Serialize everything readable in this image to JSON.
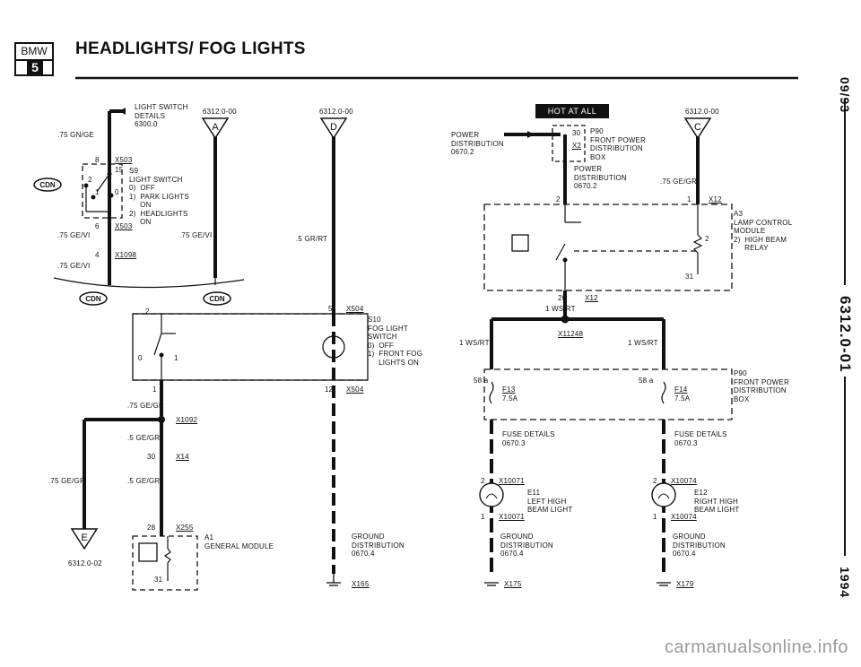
{
  "header": {
    "logo_top": "BMW",
    "logo_bottom": "5",
    "title": "HEADLIGHTS/ FOG LIGHTS"
  },
  "side": {
    "date": "09/93",
    "doc": "6312.0-01",
    "year": "1994"
  },
  "hot_label": "HOT AT ALL TIMES",
  "watermark": "carmanualsonline.info",
  "refs": {
    "A": "A",
    "D": "D",
    "C": "C",
    "E": "E",
    "cdn": "CDN"
  },
  "labels": {
    "ls_title": "LIGHT SWITCH\nDETAILS\n6300.0",
    "ls_ref": "6312.0-00",
    "d_ref": "6312.0-00",
    "c_ref": "6312.0-00",
    "wire_gnge": ".75 GN/GE",
    "x503a_pin": "8",
    "x503a": "X503",
    "s9_pin15": "15",
    "s9_pin2": "2",
    "s9_pin1": "1",
    "s9_pin0": "0",
    "s9_text": "S9\nLIGHT SWITCH\n0)  OFF\n1)  PARK LIGHTS\n     ON\n2)  HEADLIGHTS\n     ON",
    "x503b_pin": "6",
    "x503b": "X503",
    "wire_gevi1": ".75 GE/VI",
    "wire_gevi2": ".75 GE/VI",
    "x1098_pin": "4",
    "x1098": "X1098",
    "wire_gevi3": ".75 GE/VI",
    "wire_grrt": ".5 GR/RT",
    "s10_pin2": "2",
    "s10_pin0": "0",
    "s10_pin1": "1",
    "x504a_pin": "5",
    "x504a": "X504",
    "s10_text": "S10\nFOG LIGHT\nSWITCH\n0)  OFF\n1)  FRONT FOG\n     LIGHTS ON",
    "s10_pinb": "1",
    "x504b_pin": "12",
    "x504b": "X504",
    "wire_gegr1": ".75 GE/GR",
    "x1092": "X1092",
    "wire_gegr2": ".5 GE/GR",
    "x14_pin": "30",
    "x14": "X14",
    "wire_gegr3": ".75 GE/GR",
    "wire_gegr4": ".5 GE/GR",
    "x255_pin": "28",
    "x255": "X255",
    "a1_text": "A1\nGENERAL MODULE",
    "a1_pin": "31",
    "e_ref": "6312.0-02",
    "gnd1_text": "GROUND\nDISTRIBUTION\n0670.4",
    "x165": "X165",
    "power_text": "POWER\nDISTRIBUTION\n0670.2",
    "p90_pin30": "30",
    "p90_x2": "X2",
    "p90_text": "P90\nFRONT POWER\nDISTRIBUTION\nBOX",
    "p90_sub": "POWER\nDISTRIBUTION\n0670.2",
    "wire_gegr5": ".75 GE/GR",
    "a3_pin2l": "2",
    "x12a_pin": "1",
    "x12a": "X12",
    "a3_text": "A3\nLAMP CONTROL\nMODULE\n2)  HIGH BEAM\n     RELAY",
    "a3_pin2r": "2",
    "a3_pin31": "31",
    "x12b_pin": "20",
    "x12b": "X12",
    "wire_wsrt1": "1 WS/RT",
    "x11248": "X11248",
    "wire_wsrt2": "1 WS/RT",
    "wire_wsrt3": "1 WS/RT",
    "f13_pin": "58 a",
    "f13": "F13",
    "f13_amp": "7.5A",
    "f14_pin": "58 a",
    "f14": "F14",
    "f14_amp": "7.5A",
    "p90b_text": "P90\nFRONT POWER\nDISTRIBUTION\nBOX",
    "fuse1_text": "FUSE DETAILS\n0670.3",
    "fuse2_text": "FUSE DETAILS\n0670.3",
    "x10071a_pin": "2",
    "x10071a": "X10071",
    "e11_text": "E11\nLEFT HIGH\nBEAM LIGHT",
    "x10071b_pin": "1",
    "x10071b": "X10071",
    "x10074a_pin": "2",
    "x10074a": "X10074",
    "e12_text": "E12\nRIGHT HIGH\nBEAM LIGHT",
    "x10074b_pin": "1",
    "x10074b": "X10074",
    "gnd2_text": "GROUND\nDISTRIBUTION\n0670.4",
    "gnd3_text": "GROUND\nDISTRIBUTION\n0670.4",
    "x175": "X175",
    "x179": "X179"
  }
}
